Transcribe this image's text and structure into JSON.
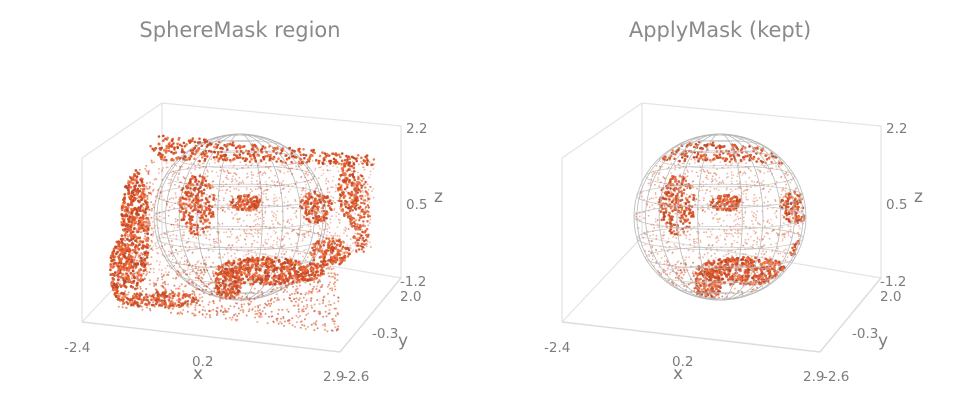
{
  "chart_data": [
    {
      "type": "scatter3d",
      "title": "SphereMask region",
      "xlabel": "x",
      "ylabel": "y",
      "zlabel": "z",
      "x_ticks": [
        "-2.4",
        "0.2",
        "2.9"
      ],
      "y_ticks": [
        "2.0",
        "-0.3",
        "-2.6"
      ],
      "z_ticks": [
        "2.2",
        "0.5",
        "-1.2"
      ],
      "xlim": [
        -2.4,
        2.9
      ],
      "ylim": [
        -2.6,
        2.0
      ],
      "zlim": [
        -1.2,
        2.2
      ],
      "point_color": "#e0552b",
      "points": "full room point cloud (all points)",
      "sphere": {
        "visible": true,
        "wire_color": "#b5b5b5"
      }
    },
    {
      "type": "scatter3d",
      "title": "ApplyMask (kept)",
      "xlabel": "x",
      "ylabel": "y",
      "zlabel": "z",
      "x_ticks": [
        "-2.4",
        "0.2",
        "2.9"
      ],
      "y_ticks": [
        "2.0",
        "-0.3",
        "-2.6"
      ],
      "z_ticks": [
        "2.2",
        "0.5",
        "-1.2"
      ],
      "xlim": [
        -2.4,
        2.9
      ],
      "ylim": [
        -2.6,
        2.0
      ],
      "zlim": [
        -1.2,
        2.2
      ],
      "point_color": "#e0552b",
      "points": "points inside sphere mask only",
      "sphere": {
        "visible": true,
        "wire_color": "#b5b5b5"
      }
    }
  ]
}
